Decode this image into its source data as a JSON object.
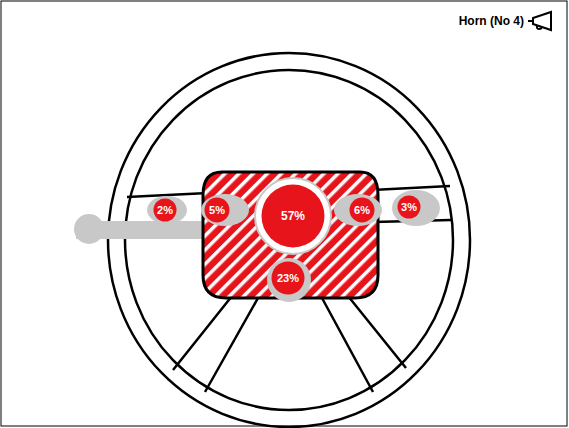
{
  "diagram": {
    "title": "Horn (No 4)",
    "nodes": [
      {
        "text": [
          "2%"
        ]
      },
      {
        "text": [
          "5%"
        ]
      },
      {
        "text": [
          "57%"
        ]
      },
      {
        "text": [
          "6%"
        ]
      },
      {
        "text": [
          "3%"
        ]
      },
      {
        "text": [
          "23%"
        ]
      }
    ]
  }
}
